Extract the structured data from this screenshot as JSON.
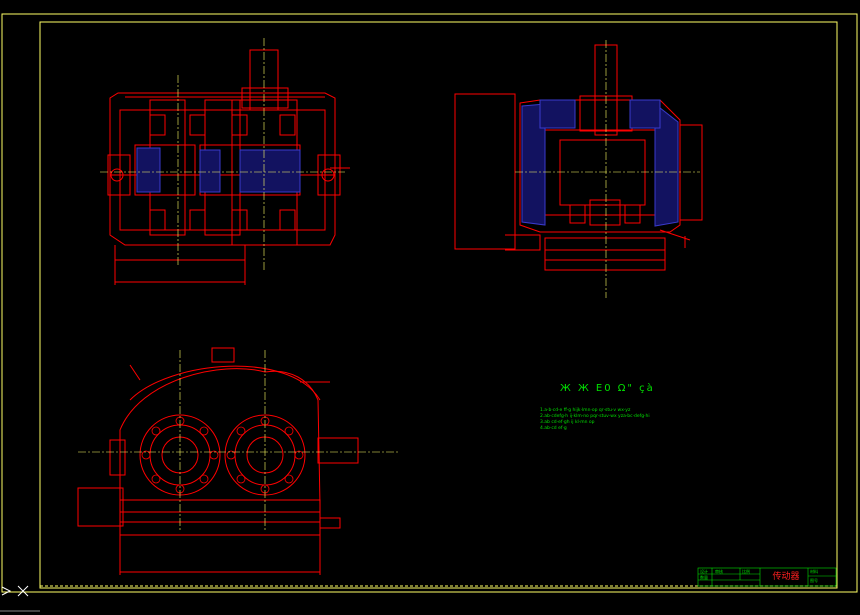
{
  "colors": {
    "background": "#000000",
    "frame": "#ffff66",
    "outline": "#ff0000",
    "centerline": "#ffff66",
    "hatch": "#3a3acc",
    "text_green": "#00e000",
    "text_red": "#ff2020"
  },
  "drawing": {
    "type": "engineering-assembly-drawing",
    "views": [
      "top-section-view",
      "side-section-view",
      "front-elevation-view"
    ]
  },
  "notes": {
    "title": "Ж Ж Ε0 Ω\" çà",
    "lines": [
      "1.a‧b‧cd‧e ff‧g hijk‧lmn‧op qr‧stu‧v wx‧yz",
      "2.ab‧cdefg‧h ij‧klm‧no pqr‧stuv‧wx yza‧bc‧defg‧hi",
      "3.ab cd‧ef‧gh ij kl‧mn op",
      "4.ab‧cd ef‧g"
    ]
  },
  "title_block": {
    "name": "传动器",
    "cells": [
      "设计",
      "审核",
      "比例",
      "数量",
      "材料",
      "图号"
    ]
  }
}
